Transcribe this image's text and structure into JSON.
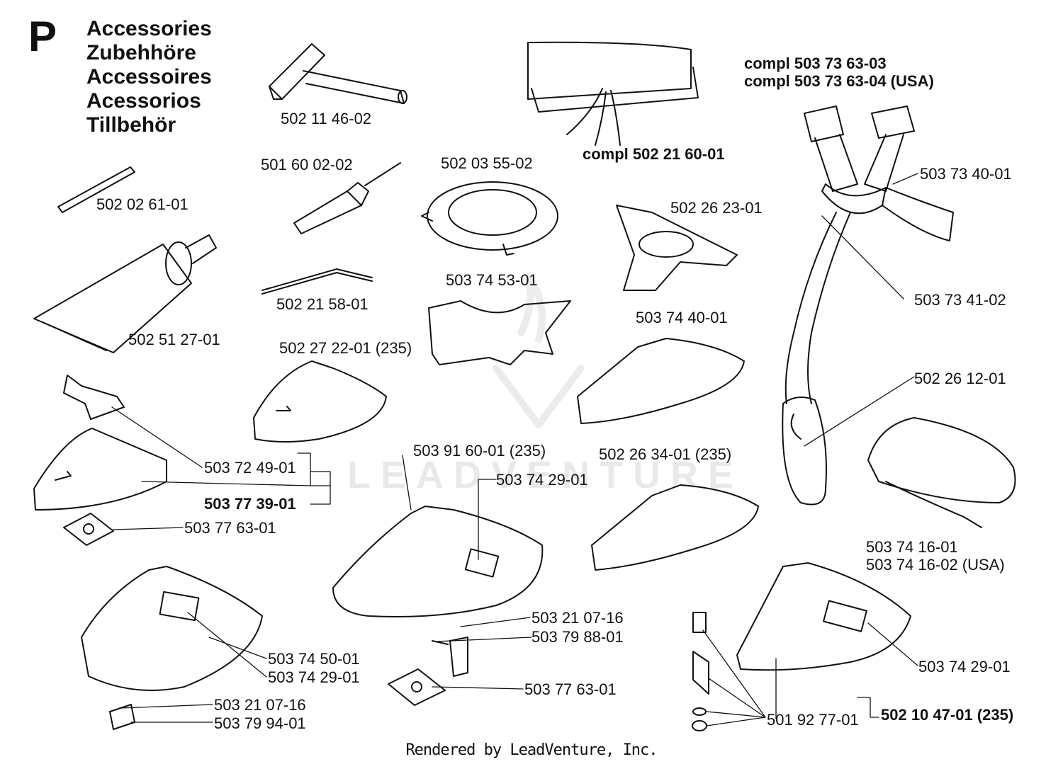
{
  "title": {
    "letter": "P",
    "lines": [
      "Accessories",
      "Zubehhöre",
      "Accessoires",
      "Acessorios",
      "Tillbehör"
    ]
  },
  "watermark": "LEADVENTURE",
  "labels": {
    "p1": "502 11 46-02",
    "p2": "compl 502 21 60-01",
    "p3": "compl 503 73 63-03",
    "p4": "compl 503 73 63-04 (USA)",
    "p5": "501 60 02-02",
    "p6": "502 03 55-02",
    "p7": "502 02 61-01",
    "p8": "502 26 23-01",
    "p9": "503 73 40-01",
    "p10": "502 21 58-01",
    "p11": "503 74 53-01",
    "p12": "502 51 27-01",
    "p13": "503 73 41-02",
    "p14": "503 74 40-01",
    "p15": "502 27 22-01 (235)",
    "p16": "502 26 12-01",
    "p17": "503 91 60-01 (235)",
    "p18": "502 26 34-01 (235)",
    "p19": "503 72 49-01",
    "p20": "503 74 29-01",
    "p21": "503 77 39-01",
    "p22": "503 77 63-01",
    "p23": "503 74 16-01",
    "p24": "503 74 16-02 (USA)",
    "p25": "503 21 07-16",
    "p26": "503 79 88-01",
    "p27": "503 74 50-01",
    "p28": "503 74 29-01",
    "p29": "503 74 29-01",
    "p30": "503 77 63-01",
    "p31": "503 21 07-16",
    "p32": "503 79 94-01",
    "p33": "501 92 77-01",
    "p34": "502 10 47-01 (235)"
  },
  "footer": "Rendered by LeadVenture, Inc."
}
